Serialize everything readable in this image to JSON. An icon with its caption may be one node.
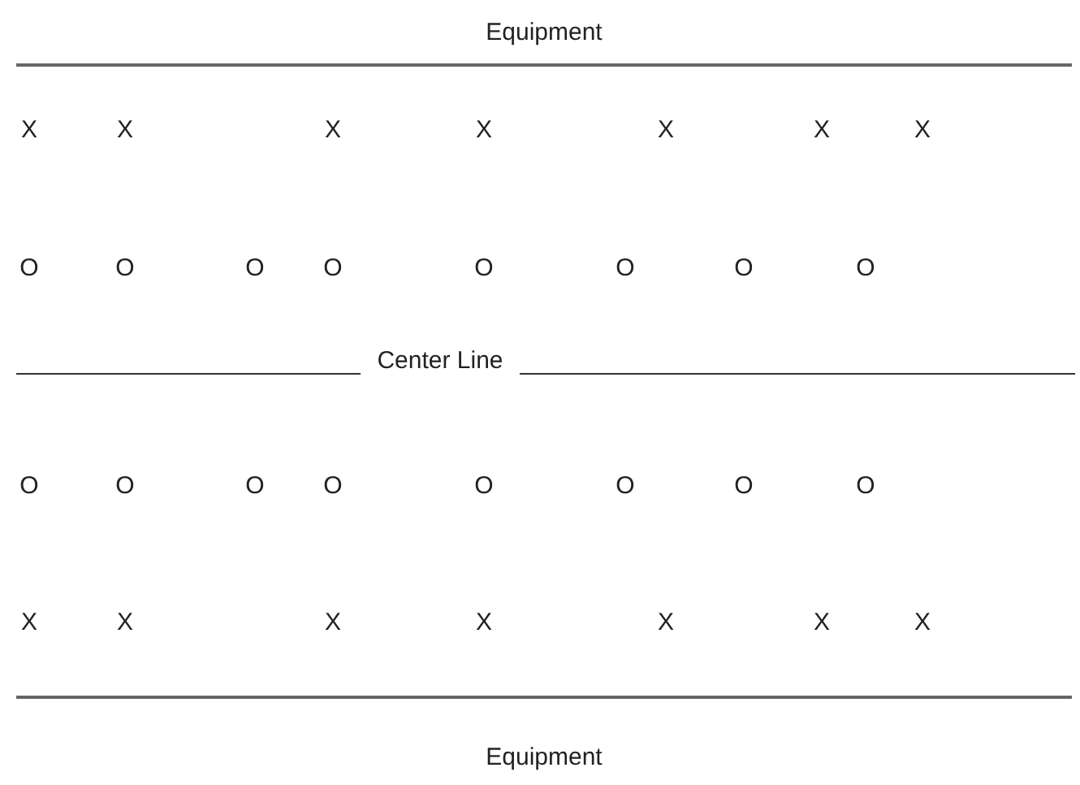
{
  "diagram": {
    "labels": [
      "Equipment",
      "X",
      "X",
      "X",
      "X",
      "X",
      "X",
      "X",
      "O",
      "O",
      "O",
      "O",
      "O",
      "O",
      "O",
      "O",
      "Center Line",
      "O",
      "O",
      "O",
      "O",
      "O",
      "O",
      "O",
      "O",
      "X",
      "X",
      "X",
      "X",
      "X",
      "X",
      "X",
      "Equipment"
    ]
  }
}
